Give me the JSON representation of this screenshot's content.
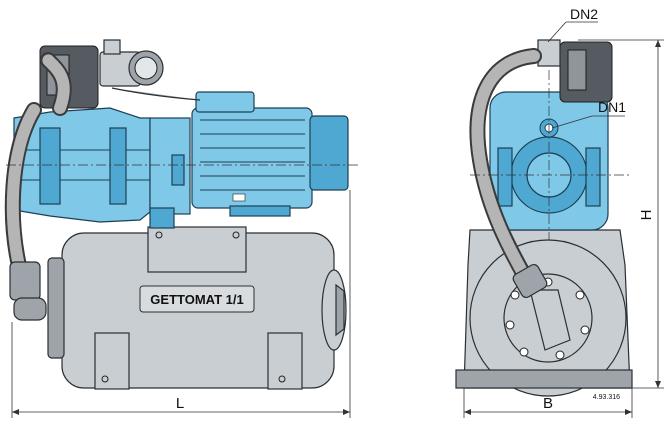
{
  "labels": {
    "tank_label": "GETTOMAT 1/1",
    "dim_length": "L",
    "dim_width": "B",
    "dim_height": "H",
    "port_outlet": "DN2",
    "port_inlet": "DN1",
    "drawing_ref": "4.93.316"
  },
  "colors": {
    "pump_body": "#7fc8e8",
    "tank": "#c9ced2",
    "hose": "#3b3b3b"
  }
}
